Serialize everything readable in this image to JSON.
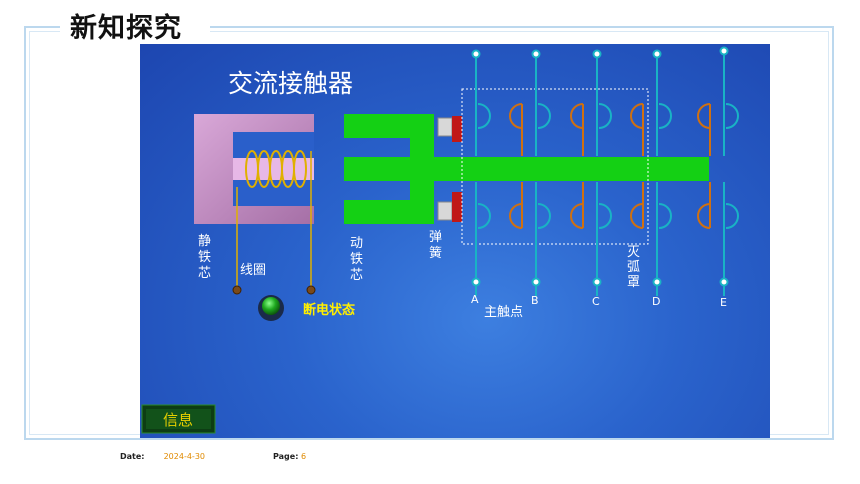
{
  "page": {
    "title": "新知探究"
  },
  "diagram": {
    "title": "交流接触器",
    "labels": {
      "static_core": "静\n铁\n芯",
      "coil": "线圈",
      "moving_core": "动\n铁\n芯",
      "spring": "弹\n簧",
      "arc_cover": "灭\n弧\n罩",
      "main_contacts": "主触点"
    },
    "terminals": [
      "A",
      "B",
      "C",
      "D",
      "E"
    ],
    "status": "断电状态",
    "info_button": "信息",
    "colors": {
      "background": "#2a63cc",
      "core": "#c08fc0",
      "moving": "#14d014",
      "status": "#ffee00"
    }
  },
  "footer": {
    "date_label": "Date:",
    "date_value": "2024-4-30",
    "page_label": "Page:",
    "page_value": "6"
  }
}
